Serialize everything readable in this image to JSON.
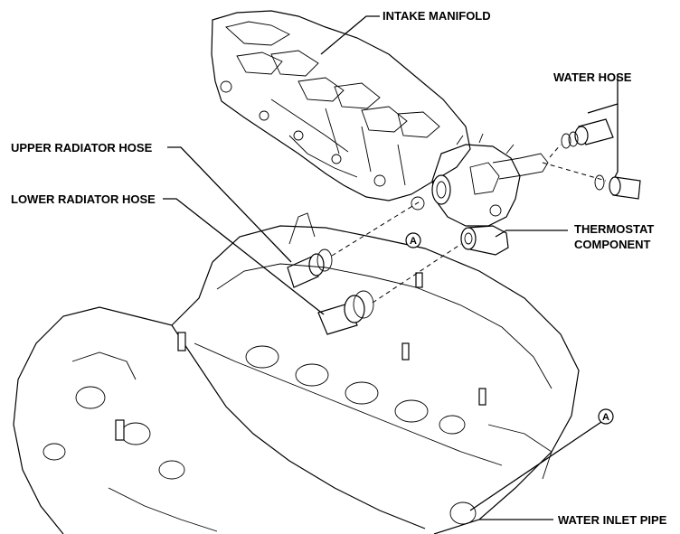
{
  "labels": {
    "intake_manifold": "INTAKE MANIFOLD",
    "water_hose": "WATER HOSE",
    "upper_radiator_hose": "UPPER RADIATOR HOSE",
    "lower_radiator_hose": "LOWER RADIATOR HOSE",
    "thermostat_line1": "THERMOSTAT",
    "thermostat_line2": "COMPONENT",
    "water_inlet_pipe": "WATER INLET PIPE"
  },
  "callouts": {
    "a_upper": "A",
    "a_lower": "A"
  }
}
